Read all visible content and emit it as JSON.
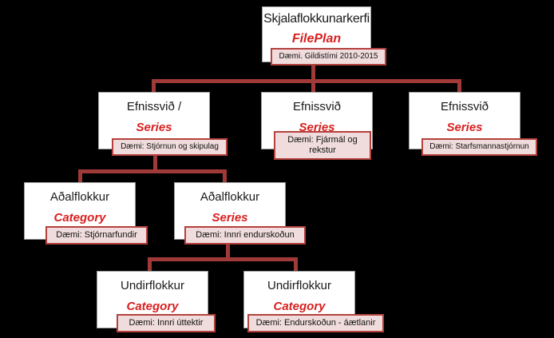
{
  "diagram": {
    "title": "Skjalaflokkunarkerfi FilePlan hierarchy",
    "colors": {
      "connector": "#a03a38",
      "tag_fill": "#f0dcdc",
      "tag_border": "#b4413e",
      "subtitle_text": "#d91f1f",
      "box_fill": "#ffffff",
      "box_border": "#9c9c9c",
      "background": "#000000"
    },
    "nodes": {
      "root": {
        "title": "Skjalaflokkunarkerfi",
        "subtitle": "FilePlan",
        "example": "Dæmi. Gildistími  2010-2015"
      },
      "r2a": {
        "title": "Efnissvið /",
        "subtitle": "Series",
        "example": "Dæmi: Stjórnun  og skipulag"
      },
      "r2b": {
        "title": "Efnissvið",
        "subtitle": "Series",
        "example": "Dæmi: Fjármál og rekstur"
      },
      "r2c": {
        "title": "Efnissvið",
        "subtitle": "Series",
        "example": "Dæmi: Starfsmannastjórnun"
      },
      "r3a": {
        "title": "Aðalflokkur",
        "subtitle": "Category",
        "example": "Dæmi: Stjórnarfundir"
      },
      "r3b": {
        "title": "Aðalflokkur",
        "subtitle": "Series",
        "example": "Dæmi: Innri endurskoðun"
      },
      "r4a": {
        "title": "Undirflokkur",
        "subtitle": "Category",
        "example": "Dæmi: Innri úttektir"
      },
      "r4b": {
        "title": "Undirflokkur",
        "subtitle": "Category",
        "example": "Dæmi: Endurskoðun - áætlanir"
      }
    }
  }
}
